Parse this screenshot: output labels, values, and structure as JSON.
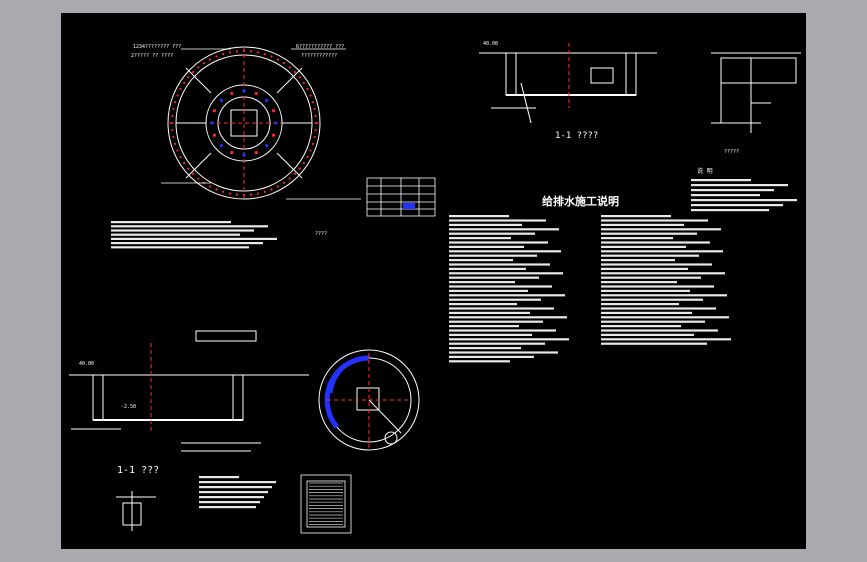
{
  "drawing": {
    "section_label_top": "1-1 ????",
    "section_label_bottom": "1-1 ???",
    "notes_title": "给排水施工说明",
    "notes_heading_right": "说 明",
    "plan_caption_1": "????",
    "plan_caption_2": "?????",
    "level_left": "40.00",
    "level_top": "40.00",
    "level_section": "-2.50",
    "callout_1": "1234???????? ???",
    "callout_2": "2????? ?? ????",
    "callout_3": "6??????????? ???",
    "callout_4": "????????????"
  },
  "colors": {
    "sheet": "#000000",
    "frame": "#a8aab0",
    "line": "#ffffff",
    "red": "#ff2a2a",
    "blue": "#2233ff",
    "green": "#22cc44"
  },
  "icons": {
    "plan": "circular-tank-plan-icon",
    "section": "section-view-icon"
  }
}
